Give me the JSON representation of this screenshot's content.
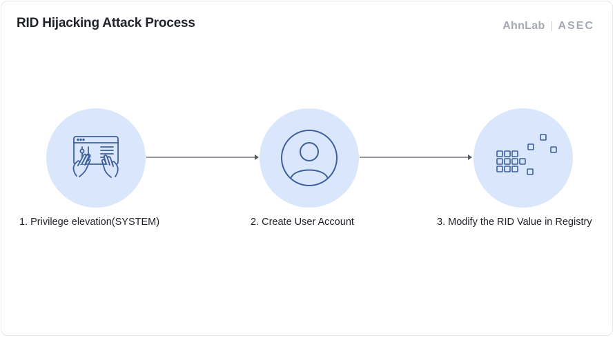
{
  "title": "RID Hijacking Attack Process",
  "brand": {
    "logo": "AhnLab",
    "sub": "ASEC"
  },
  "steps": [
    {
      "label": "1. Privilege elevation(SYSTEM)",
      "icon": "hands-on-keyboard-icon"
    },
    {
      "label": "2.  Create User Account",
      "icon": "user-account-icon"
    },
    {
      "label": "3. Modify the RID Value in Registry",
      "icon": "registry-blocks-icon"
    }
  ],
  "colors": {
    "circle_fill": "#d9e6fb",
    "icon_stroke": "#3d5f9a",
    "arrow": "#555b63",
    "text": "#1f2229",
    "brand": "#a3a8b1"
  }
}
